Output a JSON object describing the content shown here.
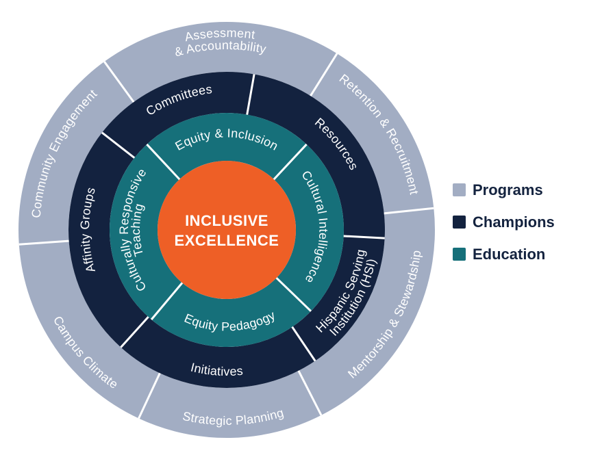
{
  "center": {
    "line1": "INCLUSIVE",
    "line2": "EXCELLENCE",
    "color": "#ee5f26"
  },
  "rings": {
    "outer": {
      "color": "#a2adc3",
      "segments": [
        {
          "lines": [
            "Assessment",
            "& Accountability"
          ]
        },
        {
          "lines": [
            "Retention & Recruitment"
          ]
        },
        {
          "lines": [
            "Mentorship & Stewardship"
          ]
        },
        {
          "lines": [
            "Strategic Planning"
          ]
        },
        {
          "lines": [
            "Campus Climate"
          ]
        },
        {
          "lines": [
            "Community Engagement"
          ]
        }
      ]
    },
    "middle": {
      "color": "#13223f",
      "segments": [
        {
          "lines": [
            "Committees"
          ]
        },
        {
          "lines": [
            "Resources"
          ]
        },
        {
          "lines": [
            "Hispanic Serving",
            "Institution (HSI)"
          ]
        },
        {
          "lines": [
            "Initiatives"
          ]
        },
        {
          "lines": [
            "Affinity Groups"
          ]
        }
      ]
    },
    "inner": {
      "color": "#16707a",
      "segments": [
        {
          "lines": [
            "Equity & Inclusion"
          ]
        },
        {
          "lines": [
            "Cultural Intelligence"
          ]
        },
        {
          "lines": [
            "Equity Pedagogy"
          ]
        },
        {
          "lines": [
            "Culturally Responsive",
            "Teaching"
          ]
        }
      ]
    }
  },
  "legend": [
    {
      "label": "Programs",
      "color": "#a2adc3"
    },
    {
      "label": "Champions",
      "color": "#13223f"
    },
    {
      "label": "Education",
      "color": "#16707a"
    }
  ]
}
